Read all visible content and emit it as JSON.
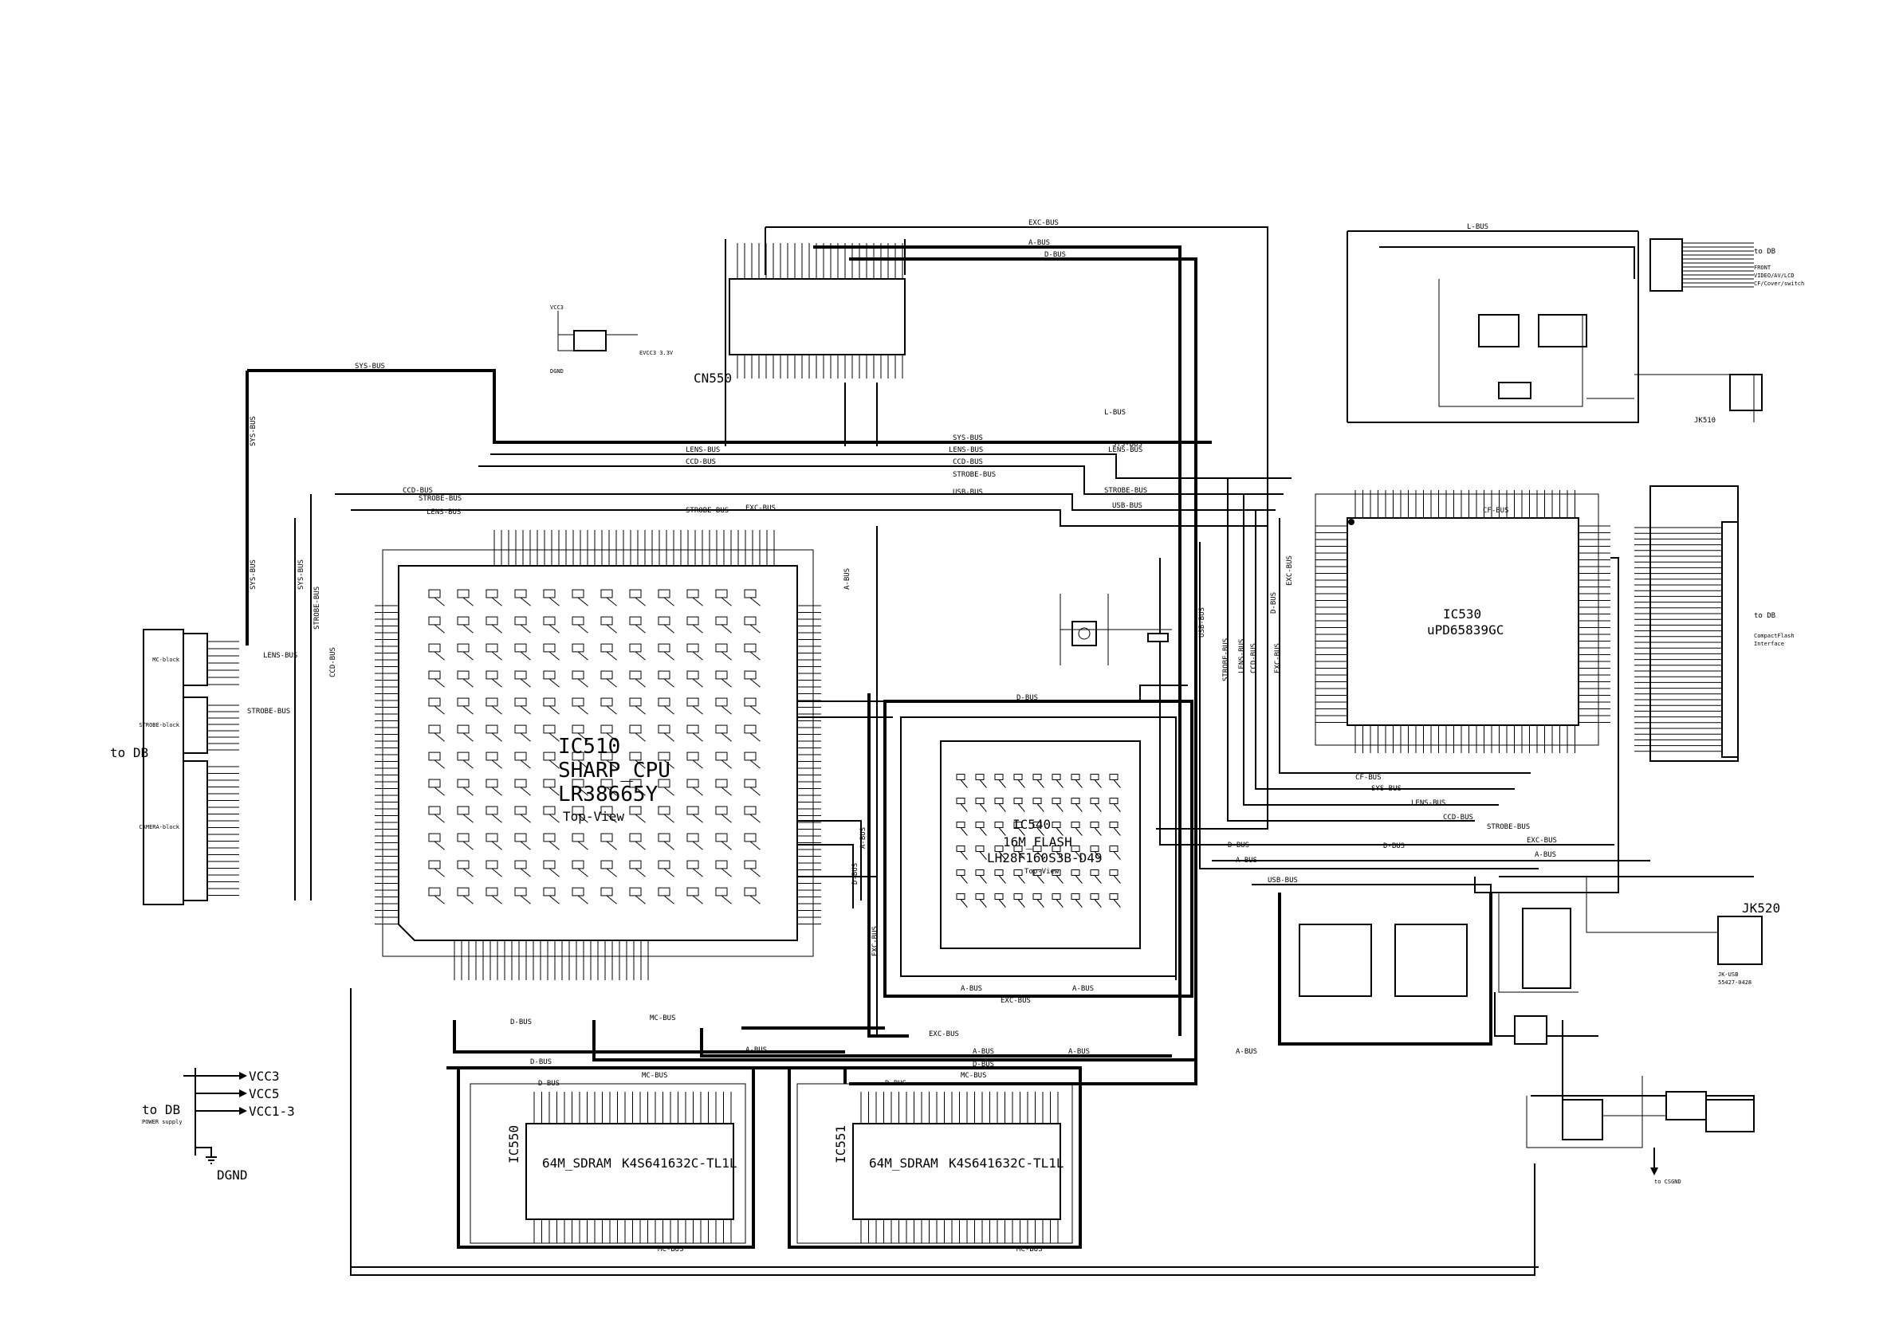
{
  "ics": {
    "ic510": {
      "ref": "IC510",
      "l1": "SHARP_CPU",
      "l2": "LR38665Y",
      "l3": "Top-View"
    },
    "ic530": {
      "ref": "IC530",
      "part": "uPD65839GC"
    },
    "ic540": {
      "ref": "IC540",
      "size": "16M_FLASH",
      "part": "LH28F160S3B-D49",
      "view": "Top-View"
    },
    "ic550": {
      "ref": "IC550",
      "size": "64M_SDRAM",
      "part": "K4S641632C-TL1L"
    },
    "ic551": {
      "ref": "IC551",
      "size": "64M_SDRAM",
      "part": "K4S641632C-TL1L"
    },
    "cn550": {
      "ref": "CN550"
    },
    "jk520": {
      "ref": "JK520",
      "l1": "JK-USB",
      "l2": "55427-0428"
    },
    "jk510": {
      "ref": "JK510"
    }
  },
  "bus_labels": {
    "exc_bus": "EXC-BUS",
    "a_bus": "A-BUS",
    "d_bus": "D-BUS",
    "l_bus": "L-BUS",
    "sys_bus": "SYS-BUS",
    "lens_bus": "LENS-BUS",
    "ccd_bus": "CCD-BUS",
    "strobe_bus": "STROBE-BUS",
    "usb_bus": "USB-BUS",
    "cf_bus": "CF-BUS",
    "mc_bus": "MC-BUS"
  },
  "left_connector": {
    "to_db": "to DB",
    "groups": [
      "MC-block",
      "STROBE-block",
      "CAMERA-block"
    ]
  },
  "power_legend": {
    "to_db": "to DB",
    "sub": "POWER supply",
    "rails": [
      "VCC3",
      "VCC5",
      "VCC1-3"
    ],
    "ground": "DGND"
  },
  "right_labels": {
    "to_db_top": "to DB",
    "top_desc1": "FRONT",
    "top_desc2": "VIDEO/AV/LCD",
    "top_desc3": "CF/Cover/switch",
    "to_db_mid": "to DB",
    "mid_desc1": "CompactFlash",
    "mid_desc2": "Interface",
    "to_cs": "to CSGND"
  },
  "power_small": {
    "evcc3": "EVCC3 3.3V",
    "vcc": "VCC3",
    "dgnd": "DGND"
  }
}
